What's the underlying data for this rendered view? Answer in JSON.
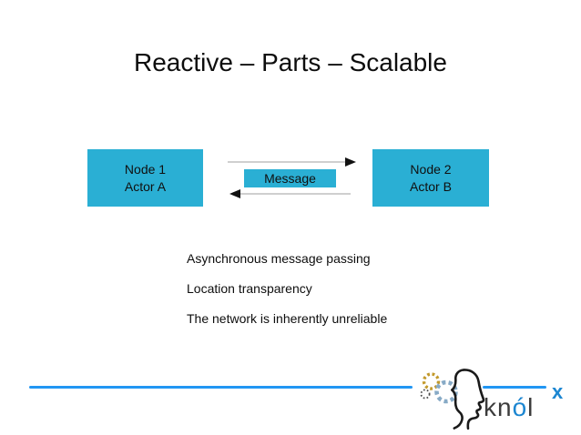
{
  "slide": {
    "title": "Reactive – Parts – Scalable",
    "diagram": {
      "node1_line1": "Node 1",
      "node1_line2": "Actor A",
      "node2_line1": "Node 2",
      "node2_line2": "Actor B",
      "message_label": "Message"
    },
    "bullets": [
      "Asynchronous message passing",
      "Location transparency",
      "The network is inherently unreliable"
    ],
    "footer": {
      "brand_kn": "kn",
      "brand_o": "ó",
      "brand_l": "l",
      "brand_x": "x"
    },
    "colors": {
      "node_fill": "#2AAFD4",
      "divider_blue": "#2196F3",
      "brand_blue": "#1C86D1",
      "brand_gray": "#3C3C3C",
      "gear_gold": "#C2992B",
      "gear_blue_gray": "#87AAC6",
      "gear_dark": "#4D4D4D",
      "arrow_line_gray": "#CFCFCF",
      "arrow_head_black": "#111111"
    },
    "icons": {
      "logo": "knolx-head-gears-logo",
      "arrow_right": "arrow-right-icon",
      "arrow_left": "arrow-left-icon"
    }
  }
}
